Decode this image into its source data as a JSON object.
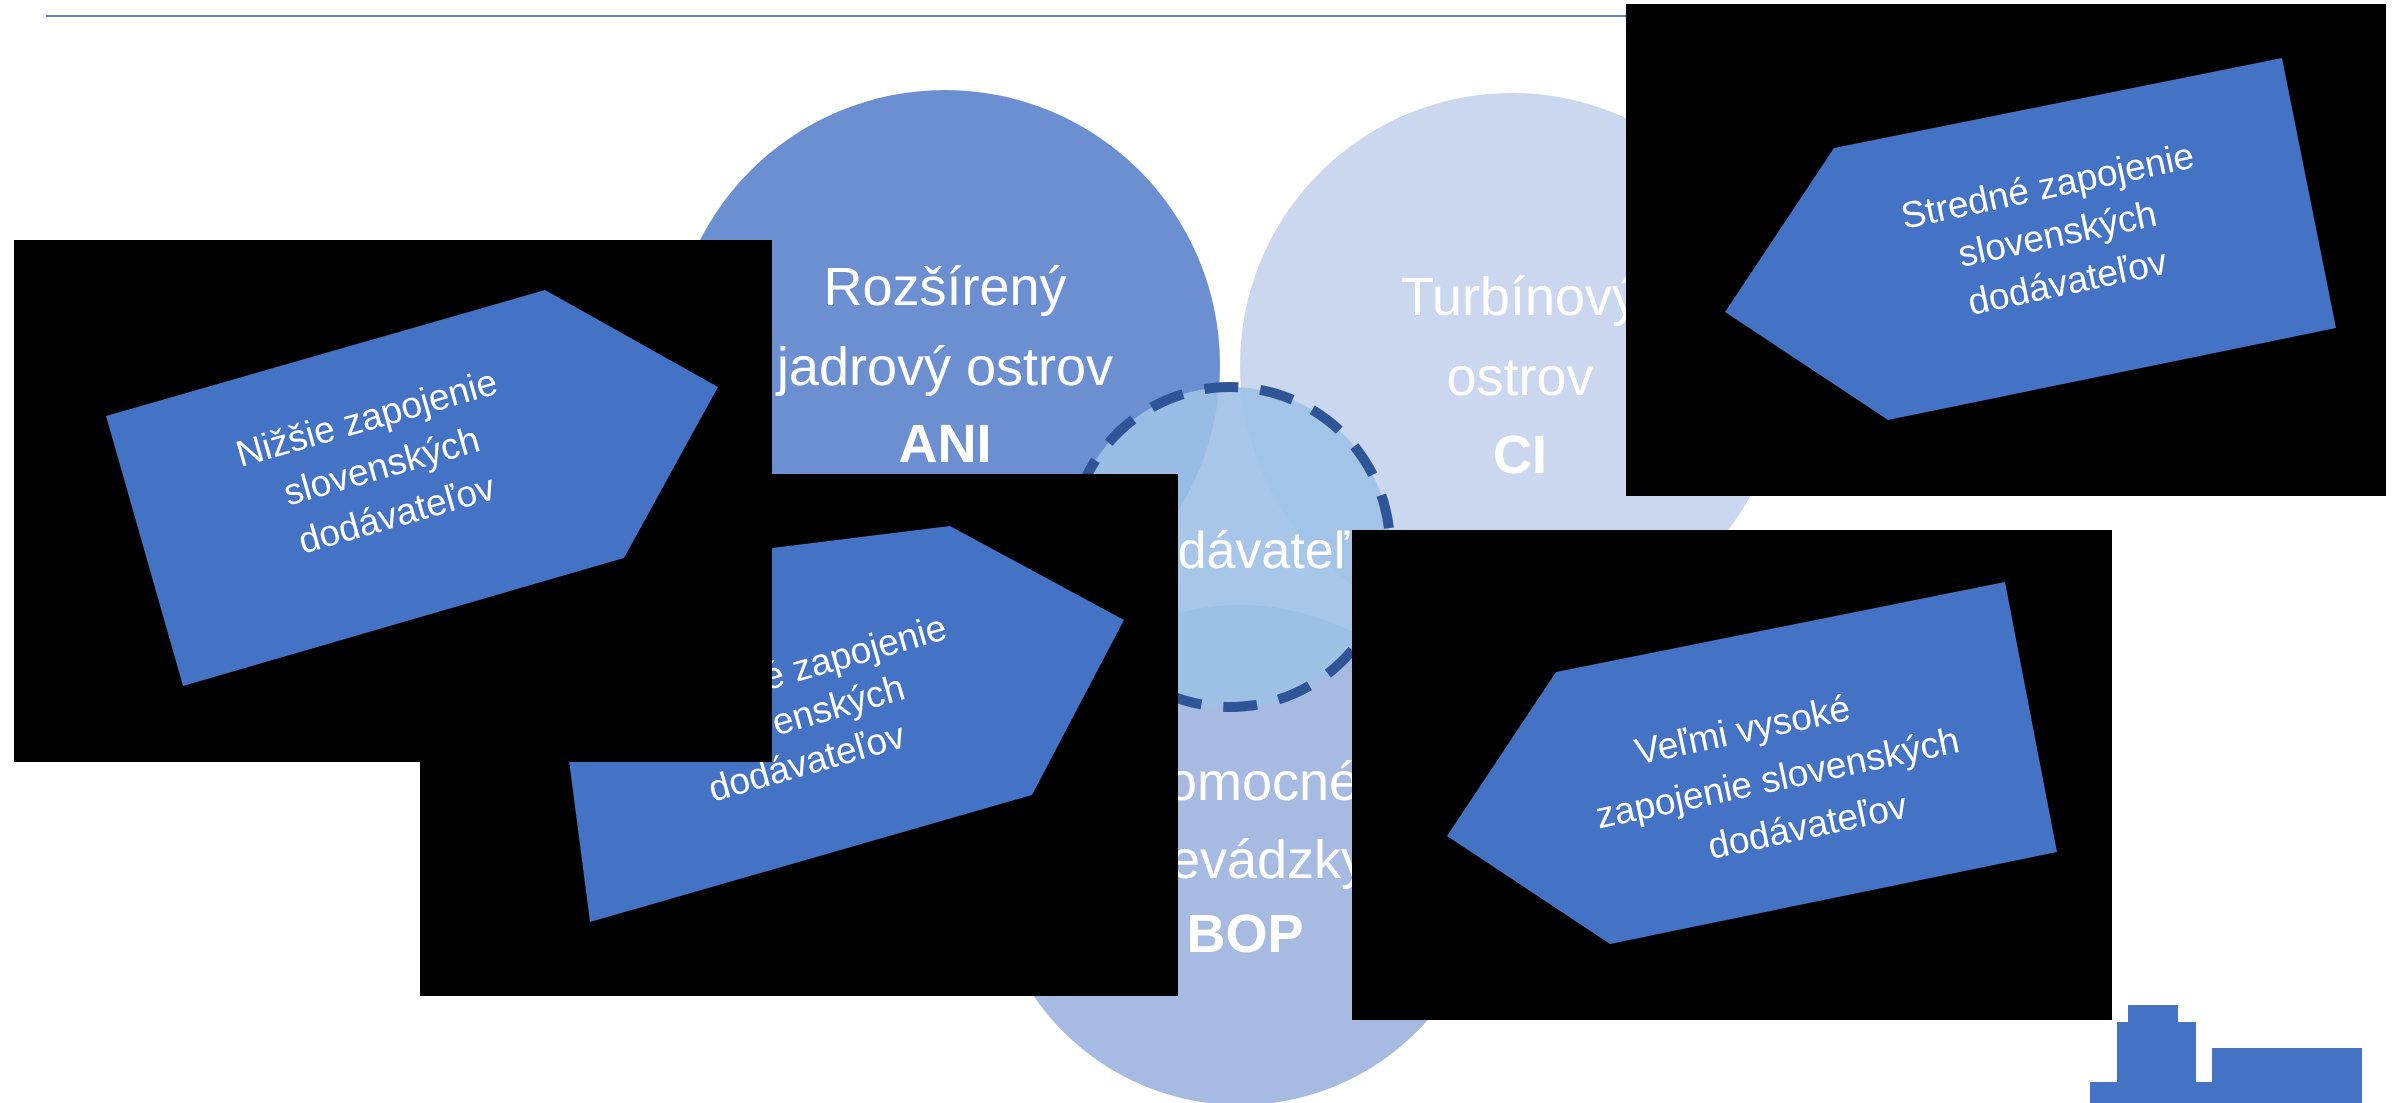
{
  "circles": {
    "ani": {
      "lines": [
        "Rozšírený",
        "jadrový ostrov"
      ],
      "code": "ANI",
      "color": "#6b8fd1"
    },
    "ci": {
      "lines": [
        "Turbínový",
        "ostrov"
      ],
      "code": "CI",
      "color": "#cbd7ef"
    },
    "bop": {
      "lines": [
        "Pomocné",
        "prevádzky"
      ],
      "code": "BOP",
      "color": "#a7bbe2"
    },
    "center": {
      "label": "Dodávateľ",
      "color": "#9fc1e6",
      "dash_color": "#2f5597"
    }
  },
  "arrows": {
    "lower": {
      "lines": [
        "Nižšie zapojenie",
        "slovenských",
        "dodávateľov"
      ]
    },
    "high": {
      "lines": [
        "Vysoké zapojenie",
        "slovenských",
        "dodávateľov"
      ]
    },
    "medium": {
      "lines": [
        "Stredné zapojenie",
        "slovenských",
        "dodávateľov"
      ]
    },
    "very_high": {
      "lines": [
        "Veľmi vysoké",
        "zapojenie slovenských",
        "dodávateľov"
      ]
    }
  },
  "colors": {
    "arrow_fill": "#4472c4",
    "overlay": "#000000",
    "accent_line": "#5b87c9",
    "logo": "#4472c4"
  }
}
